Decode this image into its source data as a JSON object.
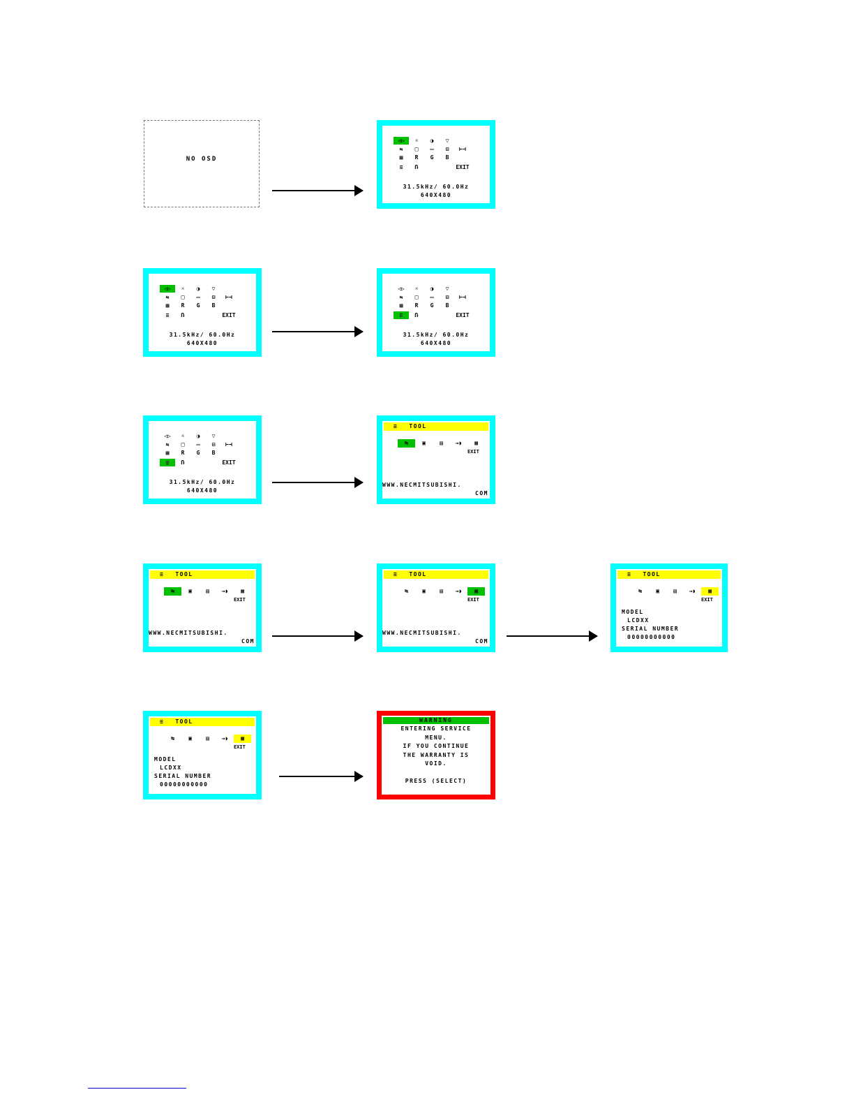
{
  "no_osd": {
    "label": "NO OSD"
  },
  "main_menu": {
    "row1": [
      "◁▷",
      "☼",
      "◑",
      "▽"
    ],
    "row2": [
      "⇆",
      "□",
      "▭",
      "⊟",
      "⊢⊣"
    ],
    "row3": [
      "▦",
      "R",
      "G",
      "B"
    ],
    "row4": [
      "≡",
      "Ռ",
      "",
      "",
      "EXIT"
    ],
    "freq": "31.5kHz/ 60.0Hz",
    "res": "640X480"
  },
  "tool_menu": {
    "title": "TOOL",
    "tool_icon": "≡",
    "icons": [
      "↹",
      "▣",
      "▤",
      "→◗",
      "▩"
    ],
    "exit_label": "EXIT",
    "url1": "WWW.NECMITSUBISHI.",
    "url2": "COM",
    "model_label": "MODEL",
    "model_value": "LCDXX",
    "serial_label": "SERIAL NUMBER",
    "serial_value": "00000000000"
  },
  "warning": {
    "title": "WARNING",
    "line1": "ENTERING SERVICE",
    "line2": "MENU.",
    "line3": "IF YOU CONTINUE",
    "line4": "THE WARRANTY IS",
    "line5": "VOID.",
    "line6": "PRESS (SELECT)"
  },
  "colors": {
    "frame": "#00ffff",
    "highlight": "#00c000",
    "title_bar": "#ffff00",
    "warning_frame": "#ff0000"
  }
}
